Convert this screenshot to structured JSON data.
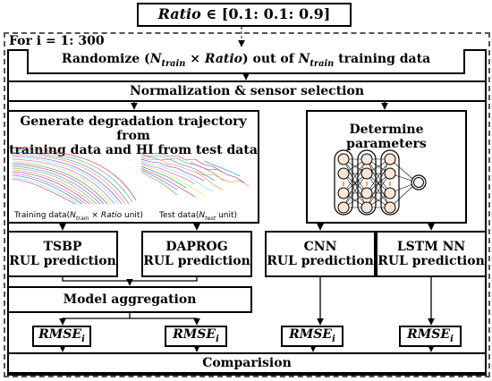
{
  "top": {
    "ratio_var": "Ratio",
    "ratio_range": "∈ [0.1: 0.1: 0.9]"
  },
  "loop": {
    "label": "For i = 1: 300"
  },
  "randomize": {
    "pre": "Randomize (",
    "n1": "N",
    "n1_sub": "train",
    "mid": " × ",
    "ratio": "Ratio",
    "post": ") out of ",
    "n2": "N",
    "n2_sub": "train",
    "tail": " training data"
  },
  "normalization": {
    "label": "Normalization & sensor selection"
  },
  "trajectory": {
    "title_line1": "Generate degradation trajectory from",
    "title_line2": "training data and HI from test data",
    "train_caption_pre": "Training data(",
    "train_caption_n": "N",
    "train_caption_sub": "train",
    "train_caption_mid": " × ",
    "train_caption_ratio": "Ratio",
    "train_caption_post": " unit)",
    "test_caption_pre": "Test data(",
    "test_caption_n": "N",
    "test_caption_sub": "test",
    "test_caption_post": " unit)"
  },
  "params": {
    "line1": "Determine",
    "line2": "parameters"
  },
  "predictions": [
    {
      "name": "TSBP",
      "sub": "RUL prediction"
    },
    {
      "name": "DAPROG",
      "sub": "RUL prediction"
    },
    {
      "name": "CNN",
      "sub": "RUL prediction"
    },
    {
      "name": "LSTM NN",
      "sub": "RUL prediction"
    }
  ],
  "aggregation": {
    "label": "Model aggregation"
  },
  "rmse": {
    "base": "RMSE",
    "sub": "i"
  },
  "comparison": {
    "label": "Comparision"
  },
  "colors": {
    "stroke": "#000000",
    "dash": "#555555",
    "node_fill": "#fbe5d6"
  }
}
